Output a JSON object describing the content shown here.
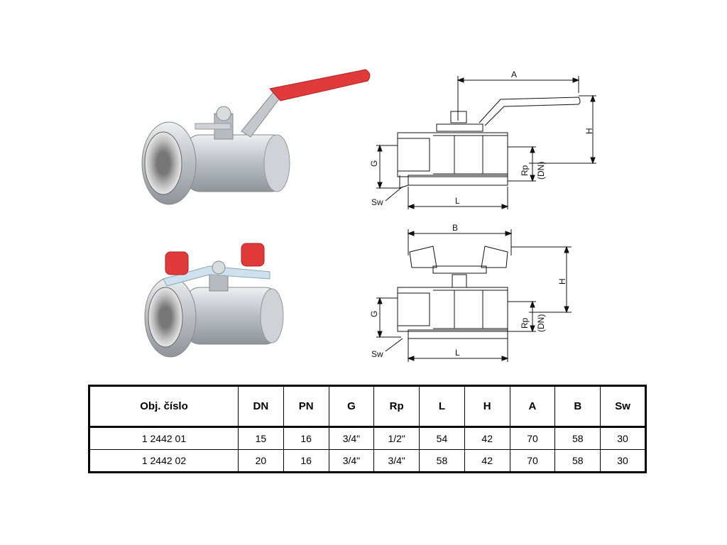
{
  "diagram_labels": {
    "A": "A",
    "B": "B",
    "H": "H",
    "G": "G",
    "L": "L",
    "Sw": "Sw",
    "Rp": "Rp",
    "DN": "(DN)"
  },
  "table": {
    "headers": [
      "Obj. číslo",
      "DN",
      "PN",
      "G",
      "Rp",
      "L",
      "H",
      "A",
      "B",
      "Sw"
    ],
    "rows": [
      [
        "1 2442 01",
        "15",
        "16",
        "3/4\"",
        "1/2\"",
        "54",
        "42",
        "70",
        "58",
        "30"
      ],
      [
        "1 2442 02",
        "20",
        "16",
        "3/4\"",
        "3/4\"",
        "58",
        "42",
        "70",
        "58",
        "30"
      ]
    ]
  },
  "colors": {
    "handle": "#e03a3a",
    "body": "#c8ccd0",
    "line": "#111111"
  }
}
